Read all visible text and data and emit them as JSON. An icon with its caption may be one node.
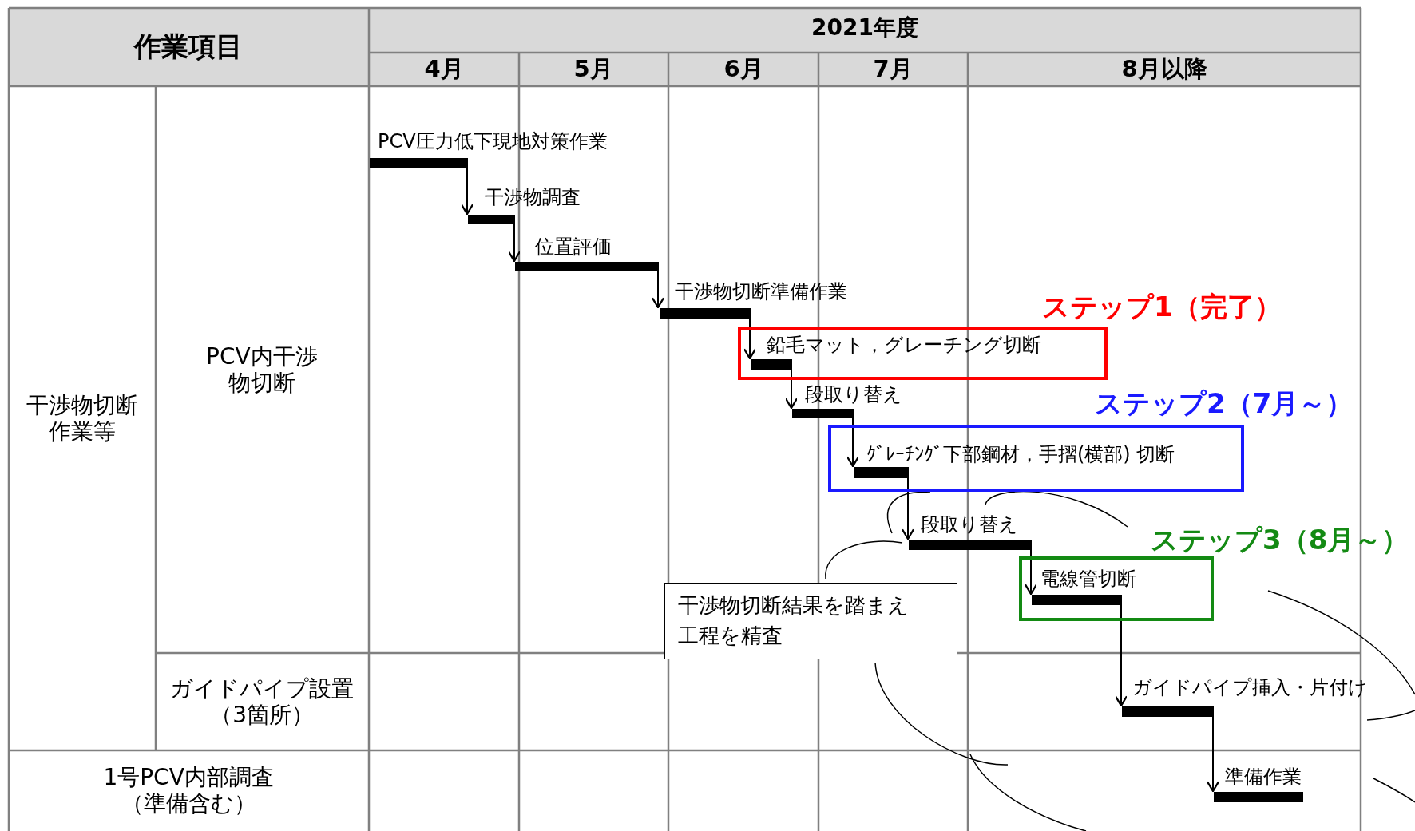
{
  "diagram": {
    "nodes": [
      {
        "text": [],
        "shape": "bar",
        "beside": [
          "PCV圧力低下現地対策作業"
        ]
      },
      {
        "text": [],
        "shape": "bar",
        "beside": [
          "干渉物調査"
        ]
      },
      {
        "text": [],
        "shape": "bar",
        "beside": [
          "位置評価"
        ]
      },
      {
        "text": [],
        "shape": "bar",
        "beside": [
          "干渉物切断準備作業"
        ]
      },
      {
        "text": [
          "ステップ1（完了）"
        ]
      },
      {
        "text": [],
        "shape": "bar",
        "in": 4,
        "beside": [
          "鉛毛マット，グレーチング切断"
        ]
      },
      {
        "text": [],
        "shape": "bar",
        "beside": [
          "段取り替え"
        ]
      },
      {
        "text": [
          "ステップ2（7月～）"
        ]
      },
      {
        "text": [],
        "shape": "bar",
        "in": 7,
        "beside": [
          "ｸﾞﾚｰﾁﾝｸﾞ下部鋼材，手摺(横部) 切断"
        ]
      },
      {
        "text": [],
        "shape": "bar",
        "beside": [
          "段取り替え"
        ]
      },
      {
        "text": [
          "ステップ3（8月～）"
        ]
      },
      {
        "text": [],
        "shape": "bar",
        "in": 10,
        "beside": [
          "電線管切断"
        ]
      },
      {
        "text": [],
        "shape": "bar",
        "beside": [
          "ガイドパイプ挿入・片付け"
        ]
      },
      {
        "text": [],
        "shape": "bar",
        "beside": [
          "準備作業"
        ]
      },
      {
        "text": [
          "干渉物切断結果を踏まえ工程を精査"
        ]
      }
    ],
    "edges": [
      {
        "from": 0,
        "to": 1,
        "arrow": "to"
      },
      {
        "from": 1,
        "to": 2,
        "arrow": "to"
      },
      {
        "from": 2,
        "to": 3,
        "arrow": "to"
      },
      {
        "from": 3,
        "to": 5,
        "arrow": "to"
      },
      {
        "from": 5,
        "to": 6,
        "arrow": "to"
      },
      {
        "from": 6,
        "to": 8,
        "arrow": "to"
      },
      {
        "from": 8,
        "to": 9,
        "arrow": "to"
      },
      {
        "from": 9,
        "to": 11,
        "arrow": "to"
      },
      {
        "from": 11,
        "to": 12,
        "arrow": "to"
      },
      {
        "from": 12,
        "to": 13,
        "arrow": "to"
      }
    ],
    "labels": [
      "作業項目",
      "2021年度",
      "4月",
      "5月",
      "6月",
      "7月",
      "8月以降",
      "干渉物切断作業等",
      "PCV内干渉物切断",
      "ガイドパイプ設置（3箇所）",
      "1号PCV内部調査（準備含む）"
    ]
  }
}
